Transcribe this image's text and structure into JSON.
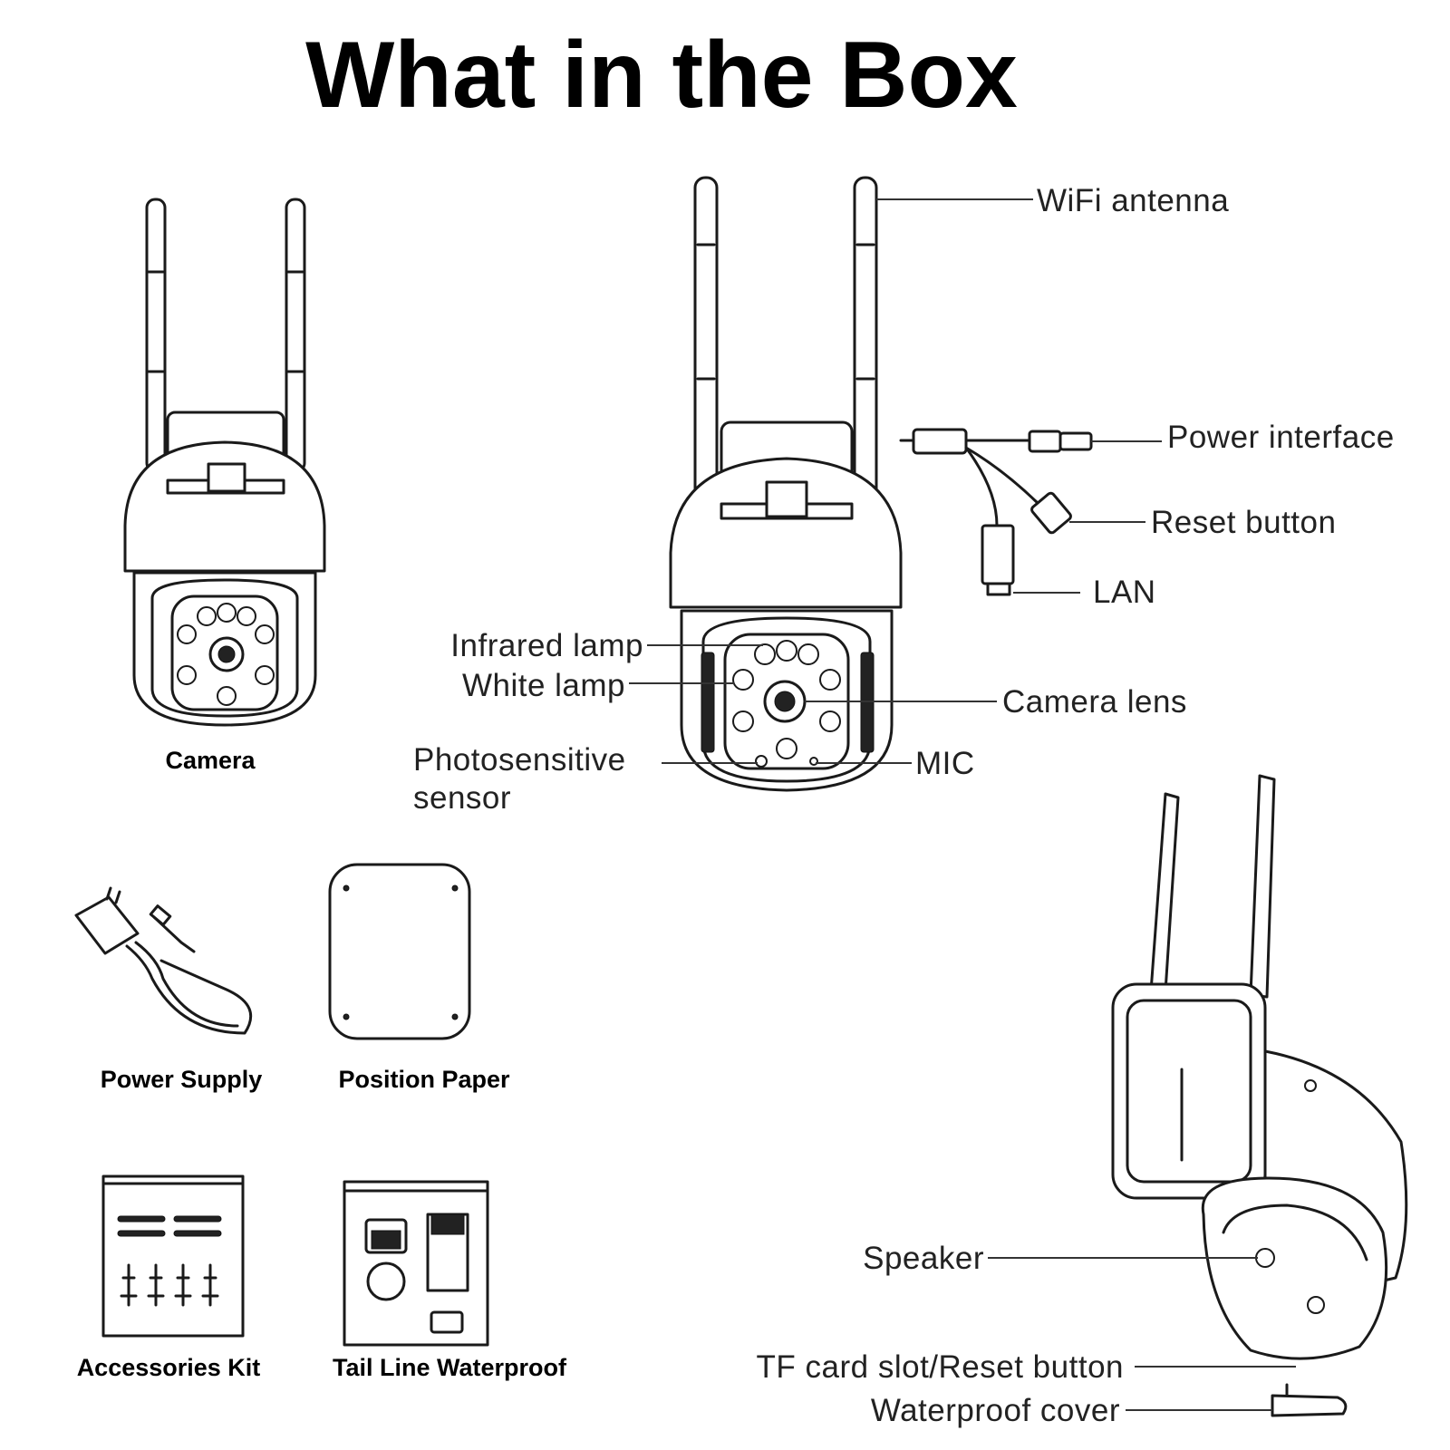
{
  "title": "What in the Box",
  "items": {
    "camera": "Camera",
    "power_supply": "Power Supply",
    "position_paper": "Position Paper",
    "accessories_kit": "Accessories Kit",
    "tail_line_waterproof": "Tail Line Waterproof"
  },
  "front_callouts": {
    "wifi_antenna": "WiFi antenna",
    "power_interface": "Power interface",
    "reset_button": "Reset button",
    "lan": "LAN",
    "infrared_lamp": "Infrared lamp",
    "white_lamp": "White lamp",
    "camera_lens": "Camera lens",
    "photosensitive_line1": "Photosensitive",
    "photosensitive_line2": "sensor",
    "mic": "MIC"
  },
  "rear_callouts": {
    "speaker": "Speaker",
    "tf_card_slot": "TF card slot/Reset button",
    "waterproof_cover": "Waterproof cover"
  }
}
